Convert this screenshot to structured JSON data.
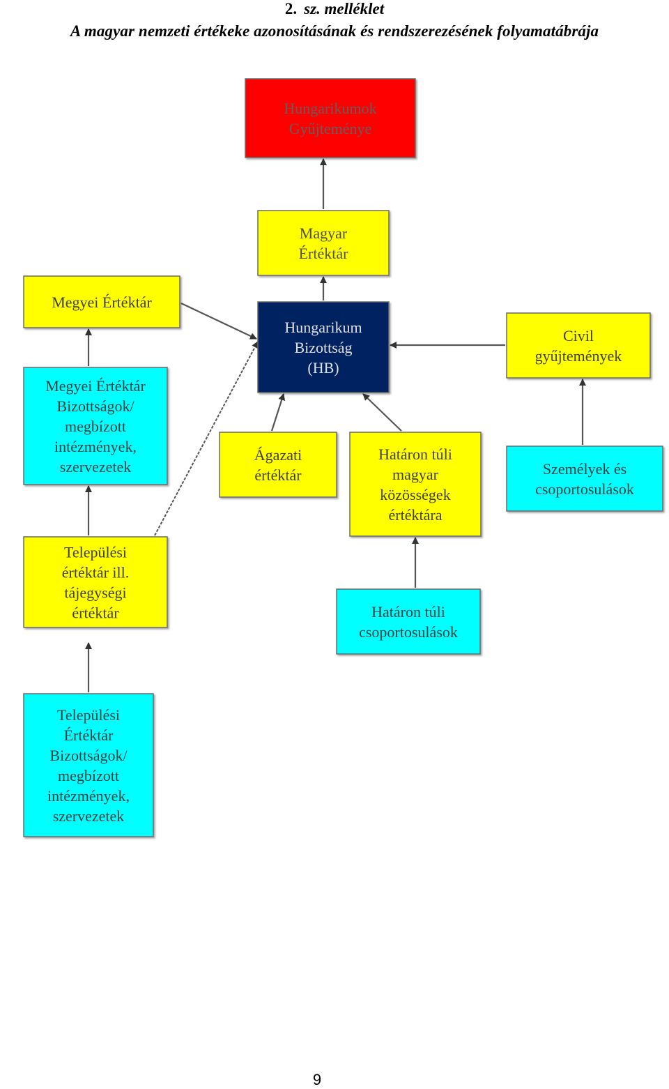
{
  "header": {
    "number": "2.",
    "title": "sz. melléklet",
    "subtitle": "A magyar nemzeti értékeke azonosításának és rendszerezésének folyamatábrája"
  },
  "colors": {
    "red": "#ff0000",
    "yellow": "#ffff00",
    "cyan": "#00ffff",
    "navy": "#002060",
    "arrow": "#555555"
  },
  "nodes": [
    {
      "id": "hungarikumok-gyujtemenye",
      "lines": [
        "Hungarikumok",
        "Gyűjteménye"
      ],
      "fill": "red",
      "text_color": "#606060"
    },
    {
      "id": "magyar-ertektar",
      "lines": [
        "Magyar",
        "Értéktár"
      ],
      "fill": "yellow",
      "text_color": "#505050"
    },
    {
      "id": "megyei-ertektar",
      "lines": [
        "Megyei Értéktár"
      ],
      "fill": "yellow",
      "text_color": "#404040"
    },
    {
      "id": "hungarikum-bizottsag",
      "lines": [
        "Hungarikum",
        "Bizottság",
        "(HB)"
      ],
      "fill": "navy",
      "text_color": "#e0e0e0"
    },
    {
      "id": "civil-gyujtemenyek",
      "lines": [
        "Civil",
        "gyűjtemények"
      ],
      "fill": "yellow",
      "text_color": "#404040"
    },
    {
      "id": "megyei-ertektar-bizottsagok",
      "lines": [
        "Megyei Értéktár",
        "Bizottságok/",
        "megbízott",
        "intézmények,",
        "szervezetek"
      ],
      "fill": "cyan",
      "text_color": "#404040"
    },
    {
      "id": "agazati-ertektar",
      "lines": [
        "Ágazati",
        "értéktár"
      ],
      "fill": "yellow",
      "text_color": "#404040"
    },
    {
      "id": "hataron-tuli-ertektar",
      "lines": [
        "Határon túli",
        "magyar",
        "közösségek",
        "értéktára"
      ],
      "fill": "yellow",
      "text_color": "#404040"
    },
    {
      "id": "szemelyek-csoportosulasok",
      "lines": [
        "Személyek és",
        "csoportosulások"
      ],
      "fill": "cyan",
      "text_color": "#404040"
    },
    {
      "id": "telepulesi-ertektar",
      "lines": [
        "Települési",
        "értéktár ill.",
        "tájegységi",
        "értéktár"
      ],
      "fill": "yellow",
      "text_color": "#404040"
    },
    {
      "id": "hataron-tuli-csoportosulasok",
      "lines": [
        "Határon túli",
        "csoportosulások"
      ],
      "fill": "cyan",
      "text_color": "#404040"
    },
    {
      "id": "telepulesi-ertektar-bizottsagok",
      "lines": [
        "Települési",
        "Értéktár",
        "Bizottságok/",
        "megbízott",
        "intézmények,",
        "szervezetek"
      ],
      "fill": "cyan",
      "text_color": "#404040"
    }
  ],
  "edges": [
    {
      "from": "magyar-ertektar",
      "to": "hungarikumok-gyujtemenye",
      "style": "solid"
    },
    {
      "from": "hungarikum-bizottsag",
      "to": "magyar-ertektar",
      "style": "solid"
    },
    {
      "from": "megyei-ertektar",
      "to": "hungarikum-bizottsag",
      "style": "solid"
    },
    {
      "from": "civil-gyujtemenyek",
      "to": "hungarikum-bizottsag",
      "style": "solid"
    },
    {
      "from": "agazati-ertektar",
      "to": "hungarikum-bizottsag",
      "style": "solid"
    },
    {
      "from": "hataron-tuli-ertektar",
      "to": "hungarikum-bizottsag",
      "style": "solid"
    },
    {
      "from": "megyei-ertektar-bizottsagok",
      "to": "megyei-ertektar",
      "style": "solid"
    },
    {
      "from": "telepulesi-ertektar",
      "to": "megyei-ertektar-bizottsagok",
      "style": "solid"
    },
    {
      "from": "telepulesi-ertektar-bizottsagok",
      "to": "telepulesi-ertektar",
      "style": "solid"
    },
    {
      "from": "telepulesi-ertektar",
      "to": "hungarikum-bizottsag",
      "style": "dashed"
    },
    {
      "from": "hataron-tuli-csoportosulasok",
      "to": "hataron-tuli-ertektar",
      "style": "solid"
    },
    {
      "from": "szemelyek-csoportosulasok",
      "to": "civil-gyujtemenyek",
      "style": "solid"
    }
  ],
  "footer": {
    "page_number": "9"
  }
}
